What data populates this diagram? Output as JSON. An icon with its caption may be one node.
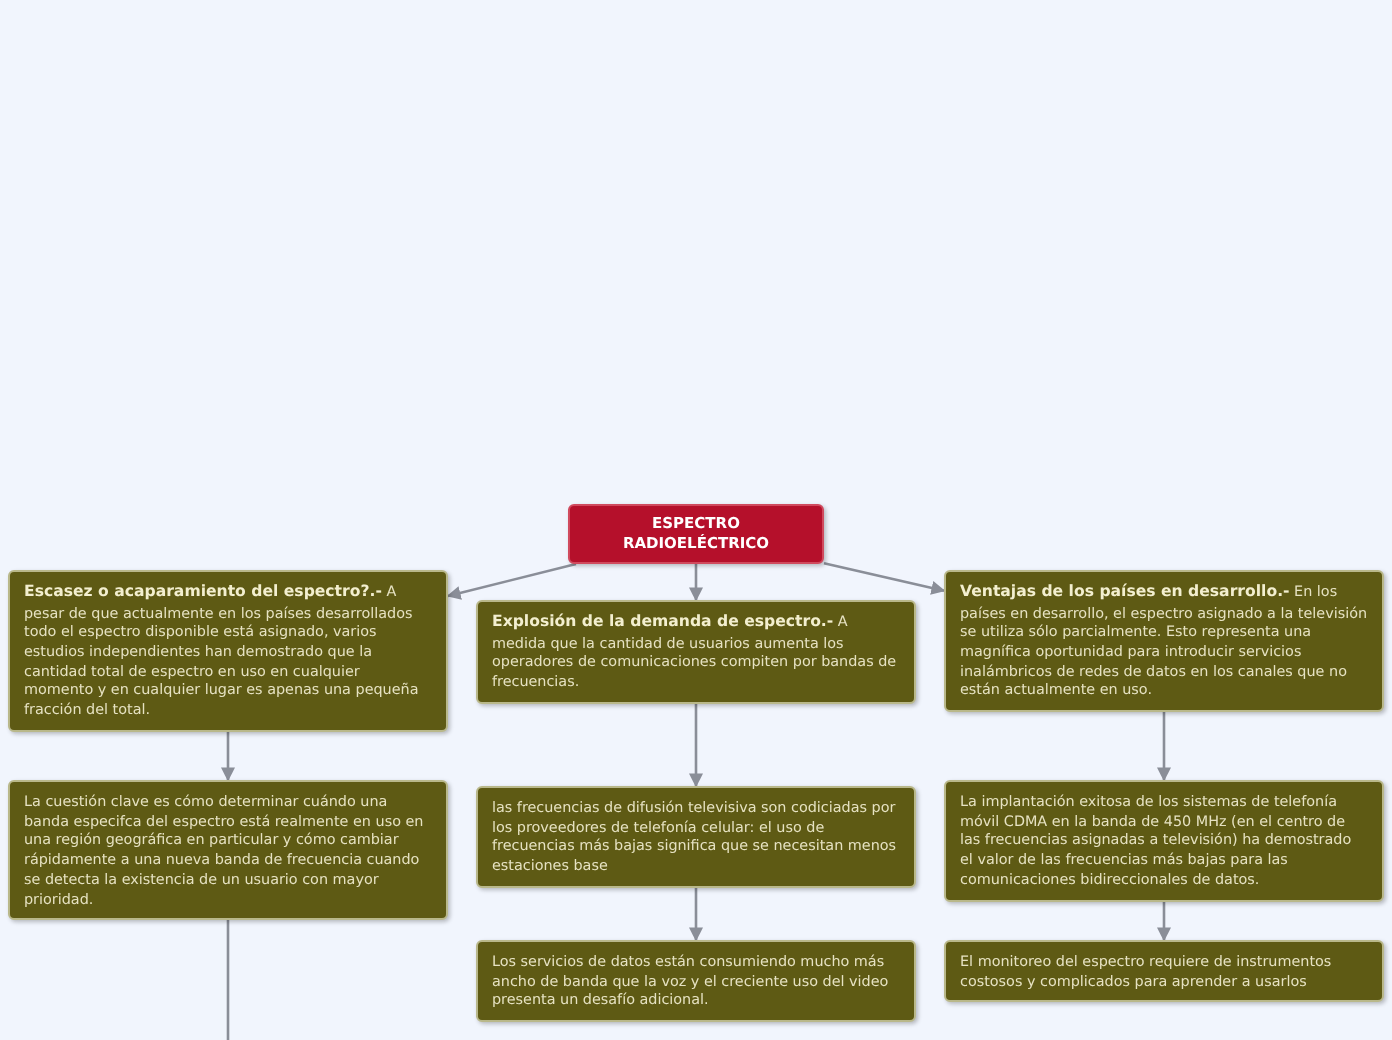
{
  "diagram": {
    "nodes": [
      {
        "text": [
          "ESPECTRO RADIOELÉCTRICO"
        ]
      },
      {
        "text": [
          "**Escasez o acaparamiento del espectro?.-** A pesar de que actualmente en los países desarrollados todo el espectro disponible está asignado, varios estudios independientes han demostrado que la cantidad total de espectro en uso en cualquier momento y en cualquier lugar es apenas una pequeña fracción del total."
        ]
      },
      {
        "text": [
          "**Explosión de la demanda de espectro.-** A medida que la cantidad de usuarios aumenta los operadores de comunicaciones compiten por bandas de frecuencias."
        ]
      },
      {
        "text": [
          "**Ventajas de los países en desarrollo.-** En los países en desarrollo, el espectro asignado a la televisión se utiliza sólo parcialmente. Esto representa una magnífica oportunidad para introducir servicios inalámbricos de redes de datos en los canales que no están actualmente en uso."
        ]
      },
      {
        "text": [
          "La cuestión clave es cómo determinar cuándo una banda especifca del espectro está realmente en uso en una región geográfica en particular y cómo cambiar rápidamente a una nueva banda de frecuencia cuando se detecta la existencia de un usuario con mayor prioridad."
        ]
      },
      {
        "text": [
          "las frecuencias de difusión televisiva son codiciadas por los proveedores de telefonía celular: el uso de frecuencias más bajas significa que se necesitan menos estaciones base"
        ]
      },
      {
        "text": [
          "La implantación exitosa de los sistemas de telefonía móvil CDMA en la banda de 450 MHz (en el centro de las frecuencias asignadas a televisión) ha demostrado el valor de las frecuencias más bajas para las comunicaciones bidireccionales de datos."
        ]
      },
      {
        "text": [
          "Los servicios de datos están consumiendo mucho más ancho de banda que la voz y el creciente uso del video presenta un desafío adicional."
        ]
      },
      {
        "text": [
          "El monitoreo del espectro requiere de instrumentos costosos y complicados para aprender a usarlos"
        ]
      }
    ],
    "edges": [
      {
        "from": 0,
        "to": 1,
        "arrow": "to"
      },
      {
        "from": 0,
        "to": 2,
        "arrow": "to"
      },
      {
        "from": 0,
        "to": 3,
        "arrow": "to"
      },
      {
        "from": 1,
        "to": 4,
        "arrow": "to"
      },
      {
        "from": 4,
        "to": null,
        "arrow": "none"
      },
      {
        "from": 2,
        "to": 5,
        "arrow": "to"
      },
      {
        "from": 5,
        "to": 7,
        "arrow": "to"
      },
      {
        "from": 3,
        "to": 6,
        "arrow": "to"
      },
      {
        "from": 6,
        "to": 8,
        "arrow": "to"
      }
    ]
  }
}
